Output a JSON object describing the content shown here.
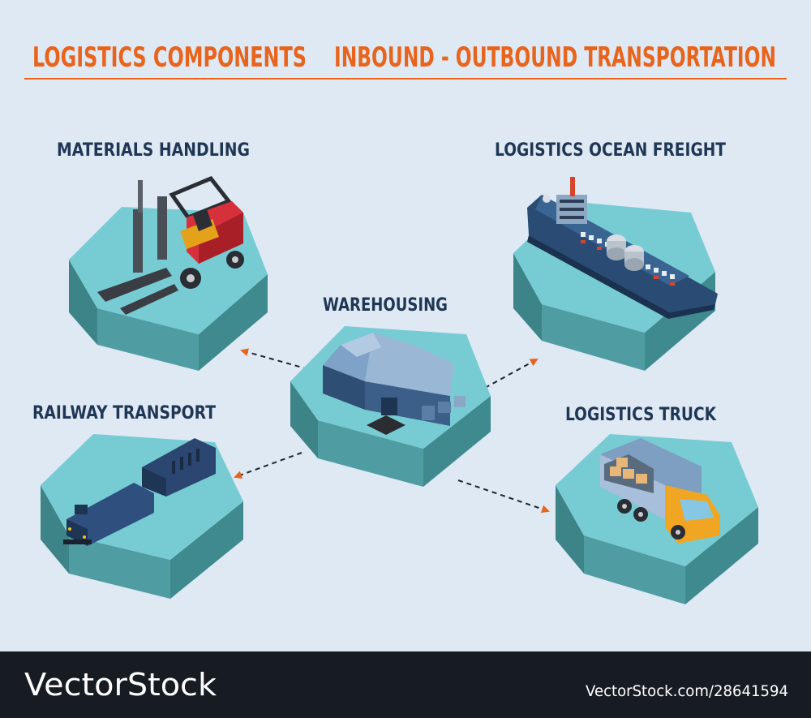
{
  "header": {
    "title_left": "LOGISTICS COMPONENTS",
    "title_right": "INBOUND - OUTBOUND TRANSPORTATION"
  },
  "nodes": {
    "materials": "MATERIALS HANDLING",
    "ocean": "LOGISTICS OCEAN FREIGHT",
    "warehouse": "WAREHOUSING",
    "railway": "RAILWAY TRANSPORT",
    "truck": "LOGISTICS TRUCK"
  },
  "footer": {
    "brand": "VectorStock",
    "id_text": "VectorStock.com/28641594"
  },
  "colors": {
    "background": "#dfe9f4",
    "title": "#e8641c",
    "label": "#1f3654",
    "hex_top": "#77ccd4",
    "footer": "#161c22"
  }
}
